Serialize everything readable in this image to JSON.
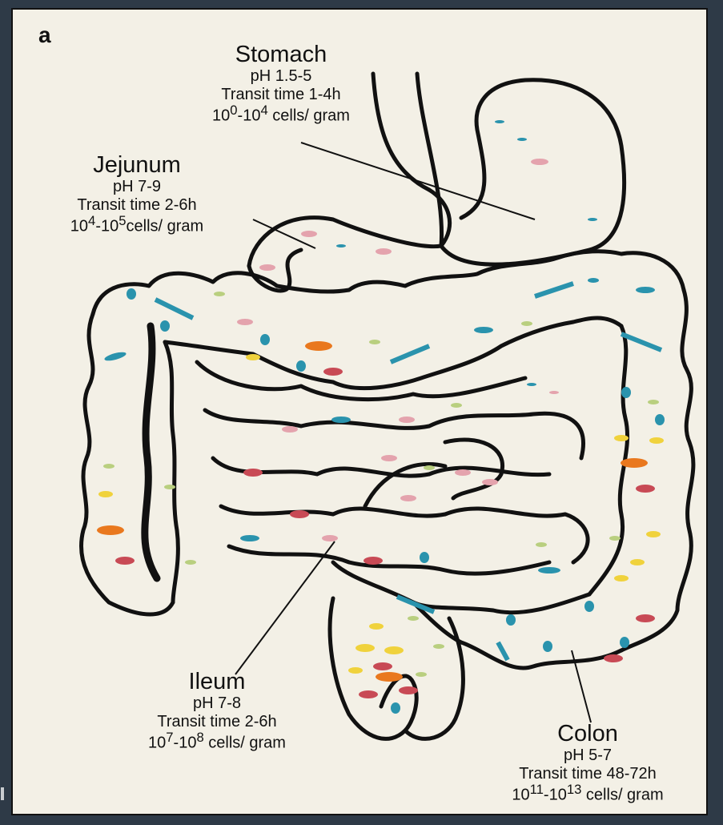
{
  "panel_letter": "a",
  "colors": {
    "background": "#f3f0e6",
    "outline": "#111111",
    "microbe_teal": "#2a93ad",
    "microbe_pink": "#e4a3ad",
    "microbe_yellow": "#f0d23c",
    "microbe_green": "#b9cf7f",
    "microbe_orange": "#e9781e",
    "microbe_red": "#c84a55"
  },
  "regions": {
    "stomach": {
      "name": "Stomach",
      "ph": "pH 1.5-5",
      "transit": "Transit time 1-4h",
      "cells": {
        "base1": "10",
        "exp1": "0",
        "sep": "-",
        "base2": "10",
        "exp2": "4",
        "suffix": " cells/ gram"
      }
    },
    "jejunum": {
      "name": "Jejunum",
      "ph": "pH 7-9",
      "transit": "Transit time 2-6h",
      "cells": {
        "base1": "10",
        "exp1": "4",
        "sep": "-",
        "base2": "10",
        "exp2": "5",
        "suffix": "cells/ gram"
      }
    },
    "ileum": {
      "name": "Ileum",
      "ph": "pH 7-8",
      "transit": "Transit time 2-6h",
      "cells": {
        "base1": "10",
        "exp1": "7",
        "sep": "-",
        "base2": "10",
        "exp2": "8",
        "suffix": " cells/ gram"
      }
    },
    "colon": {
      "name": "Colon",
      "ph": "pH 5-7",
      "transit": "Transit time 48-72h",
      "cells": {
        "base1": "10",
        "exp1": "11",
        "sep": "-",
        "base2": "10",
        "exp2": "13",
        "suffix": " cells/ gram"
      }
    }
  }
}
